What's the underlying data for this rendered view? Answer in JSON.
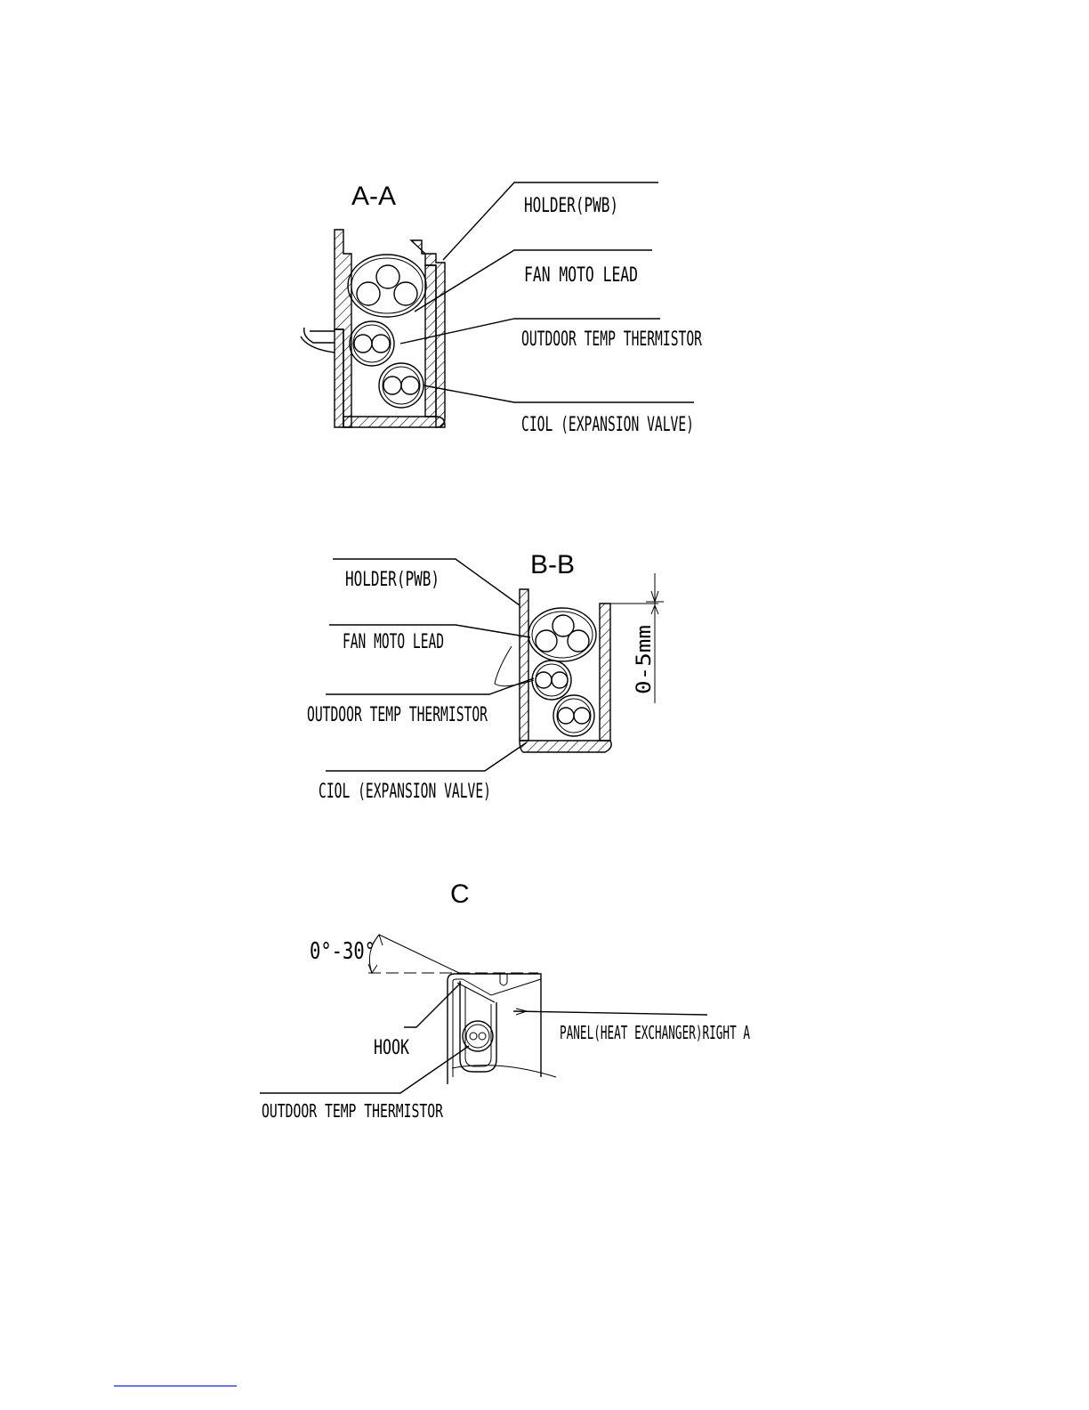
{
  "sections": {
    "a": {
      "title": "A-A",
      "labels": {
        "holder": "HOLDER(PWB)",
        "fan_lead": "FAN MOTO LEAD",
        "thermistor": "OUTDOOR TEMP THERMISTOR",
        "coil": "CIOL (EXPANSION VALVE)"
      }
    },
    "b": {
      "title": "B-B",
      "labels": {
        "holder": "HOLDER(PWB)",
        "fan_lead": "FAN MOTO LEAD",
        "thermistor": "OUTDOOR TEMP THERMISTOR",
        "coil": "CIOL (EXPANSION VALVE)",
        "dimension": "0-5mm"
      }
    },
    "c": {
      "title": "C",
      "labels": {
        "angle": "0°-30°",
        "hook": "HOOK",
        "panel": "PANEL(HEAT EXCHANGER)RIGHT A",
        "thermistor": "OUTDOOR TEMP THERMISTOR"
      }
    }
  },
  "colors": {
    "ink": "#000000",
    "footer_link": "#1a1aff"
  }
}
